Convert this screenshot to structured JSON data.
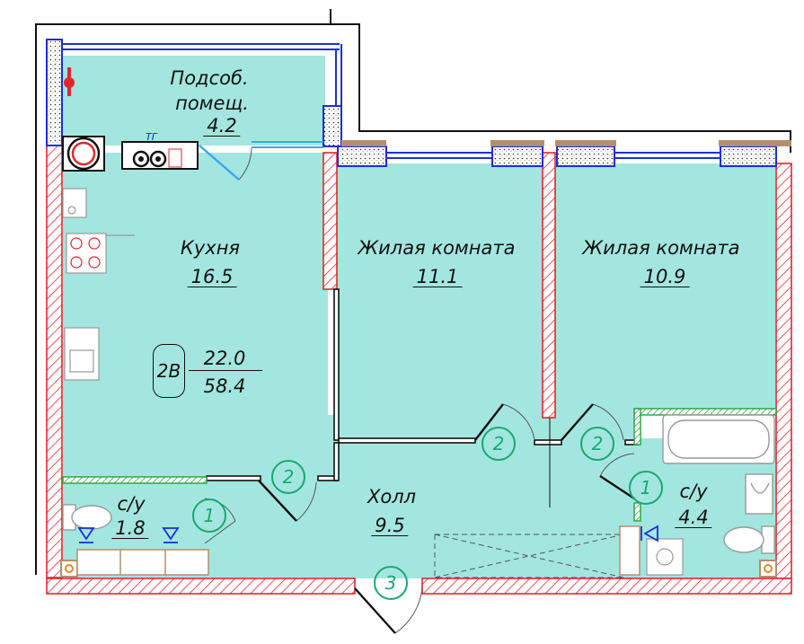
{
  "rooms": [
    {
      "name": "Подсоб.\nпомещ.",
      "name_line1": "Подсоб.",
      "name_line2": "помещ.",
      "area": "4.2"
    },
    {
      "name": "Кухня",
      "area": "16.5"
    },
    {
      "name": "Жилая комната",
      "area": "11.1"
    },
    {
      "name": "Жилая комната",
      "area": "10.9"
    },
    {
      "name": "Холл",
      "area": "9.5"
    },
    {
      "name": "с/у",
      "area": "1.8"
    },
    {
      "name": "с/у",
      "area": "4.4"
    }
  ],
  "summary": {
    "code": "2В",
    "living_area": "22.0",
    "total_area": "58.4"
  },
  "door_markers": [
    "2",
    "2",
    "2",
    "1",
    "1",
    "3"
  ],
  "labels": {
    "gas_boiler": "ТГ"
  },
  "colors": {
    "floor": "#a3e6df",
    "wall_red": "#e3262e",
    "window_blue": "#1c2fd6",
    "partition_green": "#25a33a",
    "marker_green": "#19a874",
    "line_dark": "#111111"
  }
}
